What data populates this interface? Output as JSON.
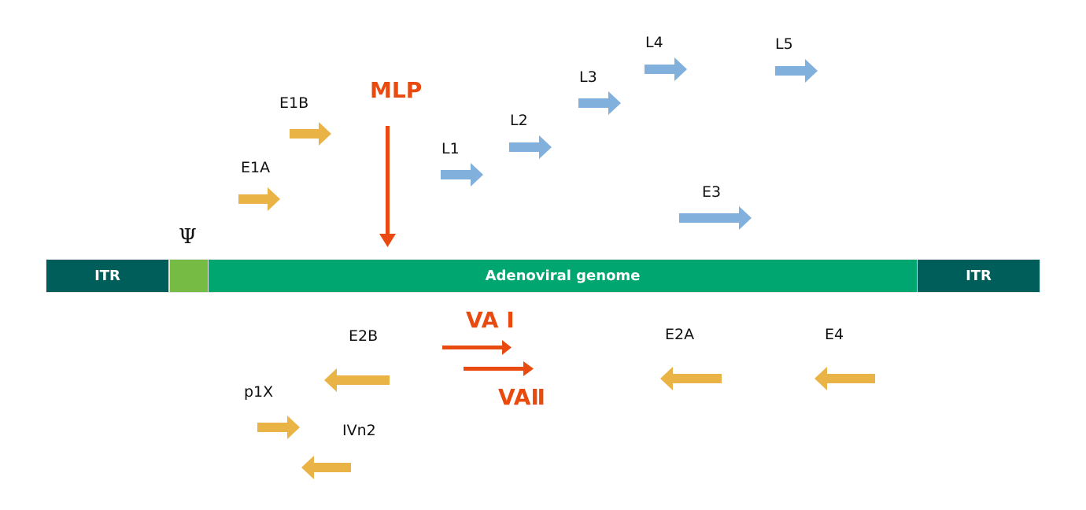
{
  "colors": {
    "itr": "#005e5a",
    "psi_block": "#76bb44",
    "genome": "#00a66f",
    "early_arrow": "#eab345",
    "late_arrow": "#82b0dd",
    "promoter_red": "#e84a10",
    "label_text": "#111111"
  },
  "genome_bar": {
    "left_itr": "ITR",
    "psi_symbol": "Ψ",
    "genome_label": "Adenoviral genome",
    "right_itr": "ITR"
  },
  "promoters": {
    "mlp": "MLP",
    "va1": "VA Ⅰ",
    "va2": "VAⅡ"
  },
  "transcripts": [
    {
      "id": "e1a",
      "label": "E1A",
      "strand": "forward",
      "class": "early"
    },
    {
      "id": "e1b",
      "label": "E1B",
      "strand": "forward",
      "class": "early"
    },
    {
      "id": "l1",
      "label": "L1",
      "strand": "forward",
      "class": "late"
    },
    {
      "id": "l2",
      "label": "L2",
      "strand": "forward",
      "class": "late"
    },
    {
      "id": "l3",
      "label": "L3",
      "strand": "forward",
      "class": "late"
    },
    {
      "id": "l4",
      "label": "L4",
      "strand": "forward",
      "class": "late"
    },
    {
      "id": "l5",
      "label": "L5",
      "strand": "forward",
      "class": "late"
    },
    {
      "id": "e3",
      "label": "E3",
      "strand": "forward",
      "class": "late"
    },
    {
      "id": "e2b",
      "label": "E2B",
      "strand": "reverse",
      "class": "early"
    },
    {
      "id": "p1x",
      "label": "p1X",
      "strand": "forward",
      "class": "early"
    },
    {
      "id": "ivn2",
      "label": "IVn2",
      "strand": "reverse",
      "class": "early"
    },
    {
      "id": "e2a",
      "label": "E2A",
      "strand": "reverse",
      "class": "early"
    },
    {
      "id": "e4",
      "label": "E4",
      "strand": "reverse",
      "class": "early"
    }
  ]
}
